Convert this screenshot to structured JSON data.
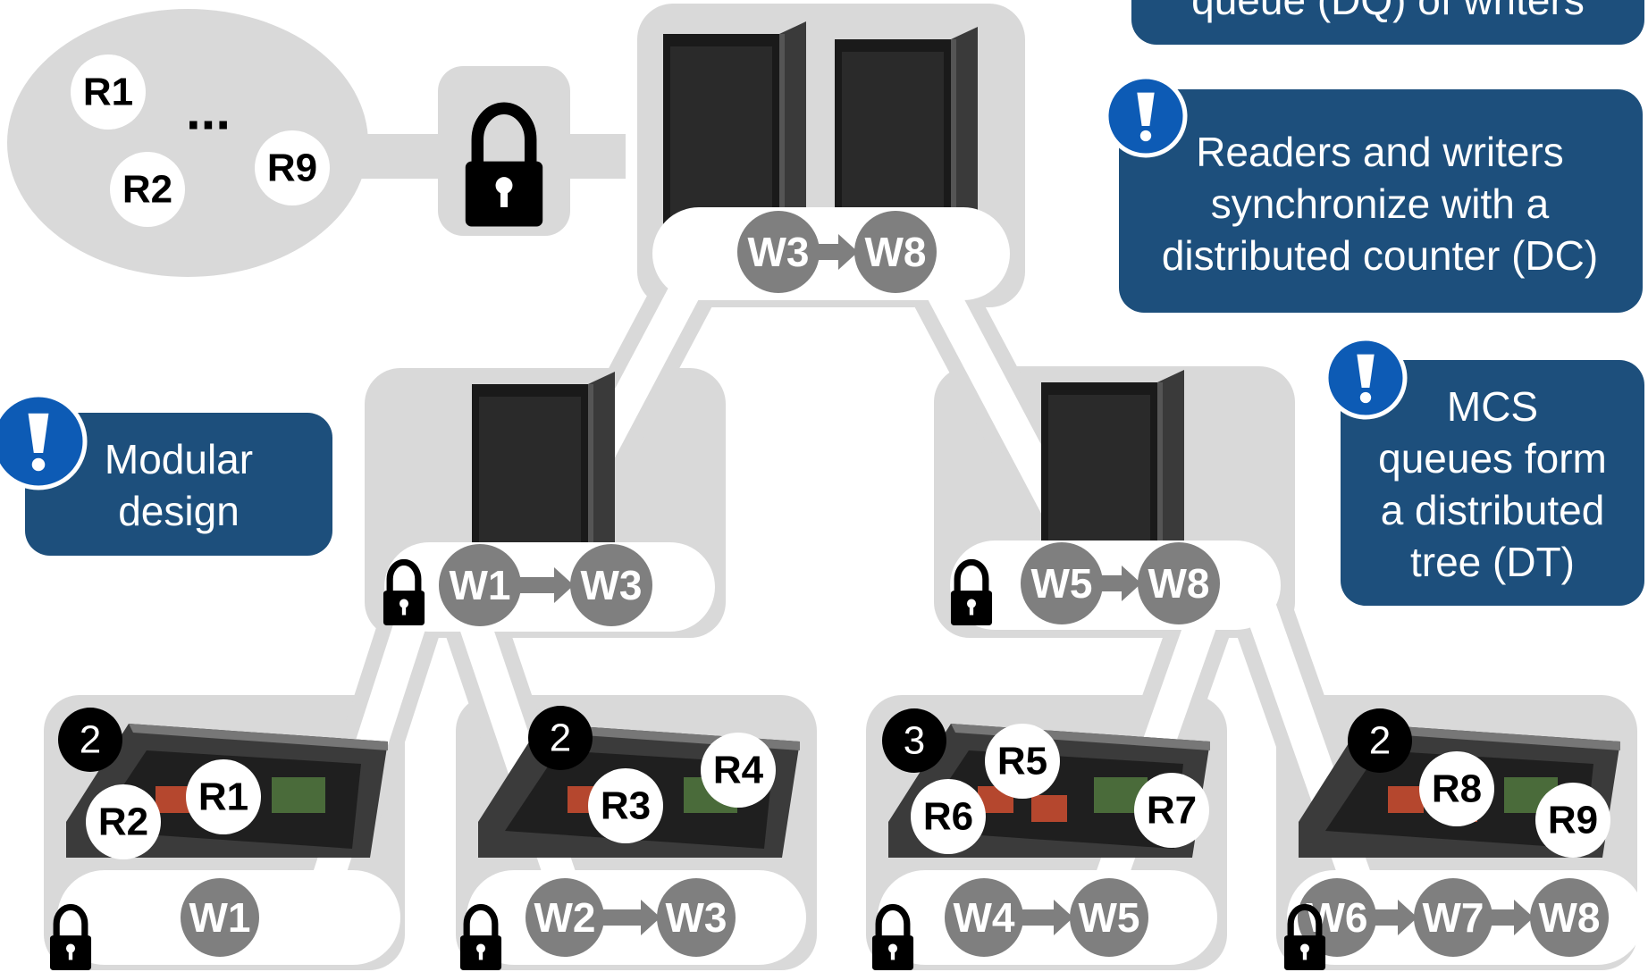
{
  "colors": {
    "panel_gray": "#d9d9d9",
    "node_gray": "#7f7f7f",
    "callout_blue": "#1d4f7c",
    "icon_blue": "#0d5bb5",
    "lock_black": "#000000",
    "white": "#ffffff"
  },
  "icons": {
    "lock": "padlock-icon",
    "alert": "exclamation-icon",
    "server_rack": "server-rack-icon",
    "server_board": "server-board-icon"
  },
  "readers_pool": {
    "labels": [
      "R1",
      "R2",
      "R9"
    ],
    "ellipsis": "..."
  },
  "callouts": {
    "top_partial": "queue (DQ) of writers",
    "dc": [
      "Readers and writers",
      "synchronize with a",
      "distributed counter (DC)"
    ],
    "modular": [
      "Modular",
      "design"
    ],
    "mcs": [
      "MCS",
      "queues form",
      "a distributed",
      "tree (DT)"
    ],
    "alert_mark": "!"
  },
  "tree": {
    "root": {
      "queue": [
        "W3",
        "W8"
      ]
    },
    "mid_left": {
      "queue": [
        "W1",
        "W3"
      ]
    },
    "mid_right": {
      "queue": [
        "W5",
        "W8"
      ]
    },
    "leaves": [
      {
        "count": "2",
        "readers": [
          "R2",
          "R1"
        ],
        "queue": [
          "W1"
        ]
      },
      {
        "count": "2",
        "readers": [
          "R3",
          "R4"
        ],
        "queue": [
          "W2",
          "W3"
        ]
      },
      {
        "count": "3",
        "readers": [
          "R5",
          "R6",
          "R7"
        ],
        "queue": [
          "W4",
          "W5"
        ]
      },
      {
        "count": "2",
        "readers": [
          "R8",
          "R9"
        ],
        "queue": [
          "W6",
          "W7",
          "W8"
        ]
      }
    ]
  }
}
